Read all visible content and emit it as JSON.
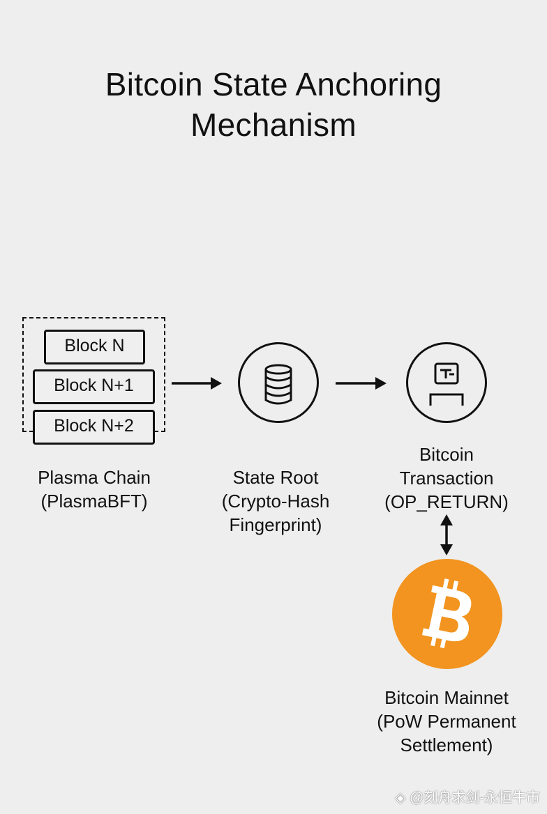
{
  "title": {
    "line1": "Bitcoin State Anchoring",
    "line2": "Mechanism"
  },
  "plasma_chain": {
    "blocks": [
      "Block N",
      "Block N+1",
      "Block N+2"
    ],
    "label_line1": "Plasma Chain",
    "label_line2": "(PlasmaBFT)"
  },
  "state_root": {
    "icon": "database-icon",
    "label_line1": "State Root",
    "label_line2": "(Crypto-Hash",
    "label_line3": "Fingerprint)"
  },
  "bitcoin_transaction": {
    "icon": "transaction-icon",
    "label_line1": "Bitcoin",
    "label_line2": "Transaction",
    "label_line3": "(OP_RETURN)"
  },
  "bitcoin_mainnet": {
    "icon": "bitcoin-logo-icon",
    "coin_color": "#f2941f",
    "label_line1": "Bitcoin Mainnet",
    "label_line2": "(PoW Permanent",
    "label_line3": "Settlement)"
  },
  "watermark": "◈ @刻舟求剑-永恒牛市"
}
